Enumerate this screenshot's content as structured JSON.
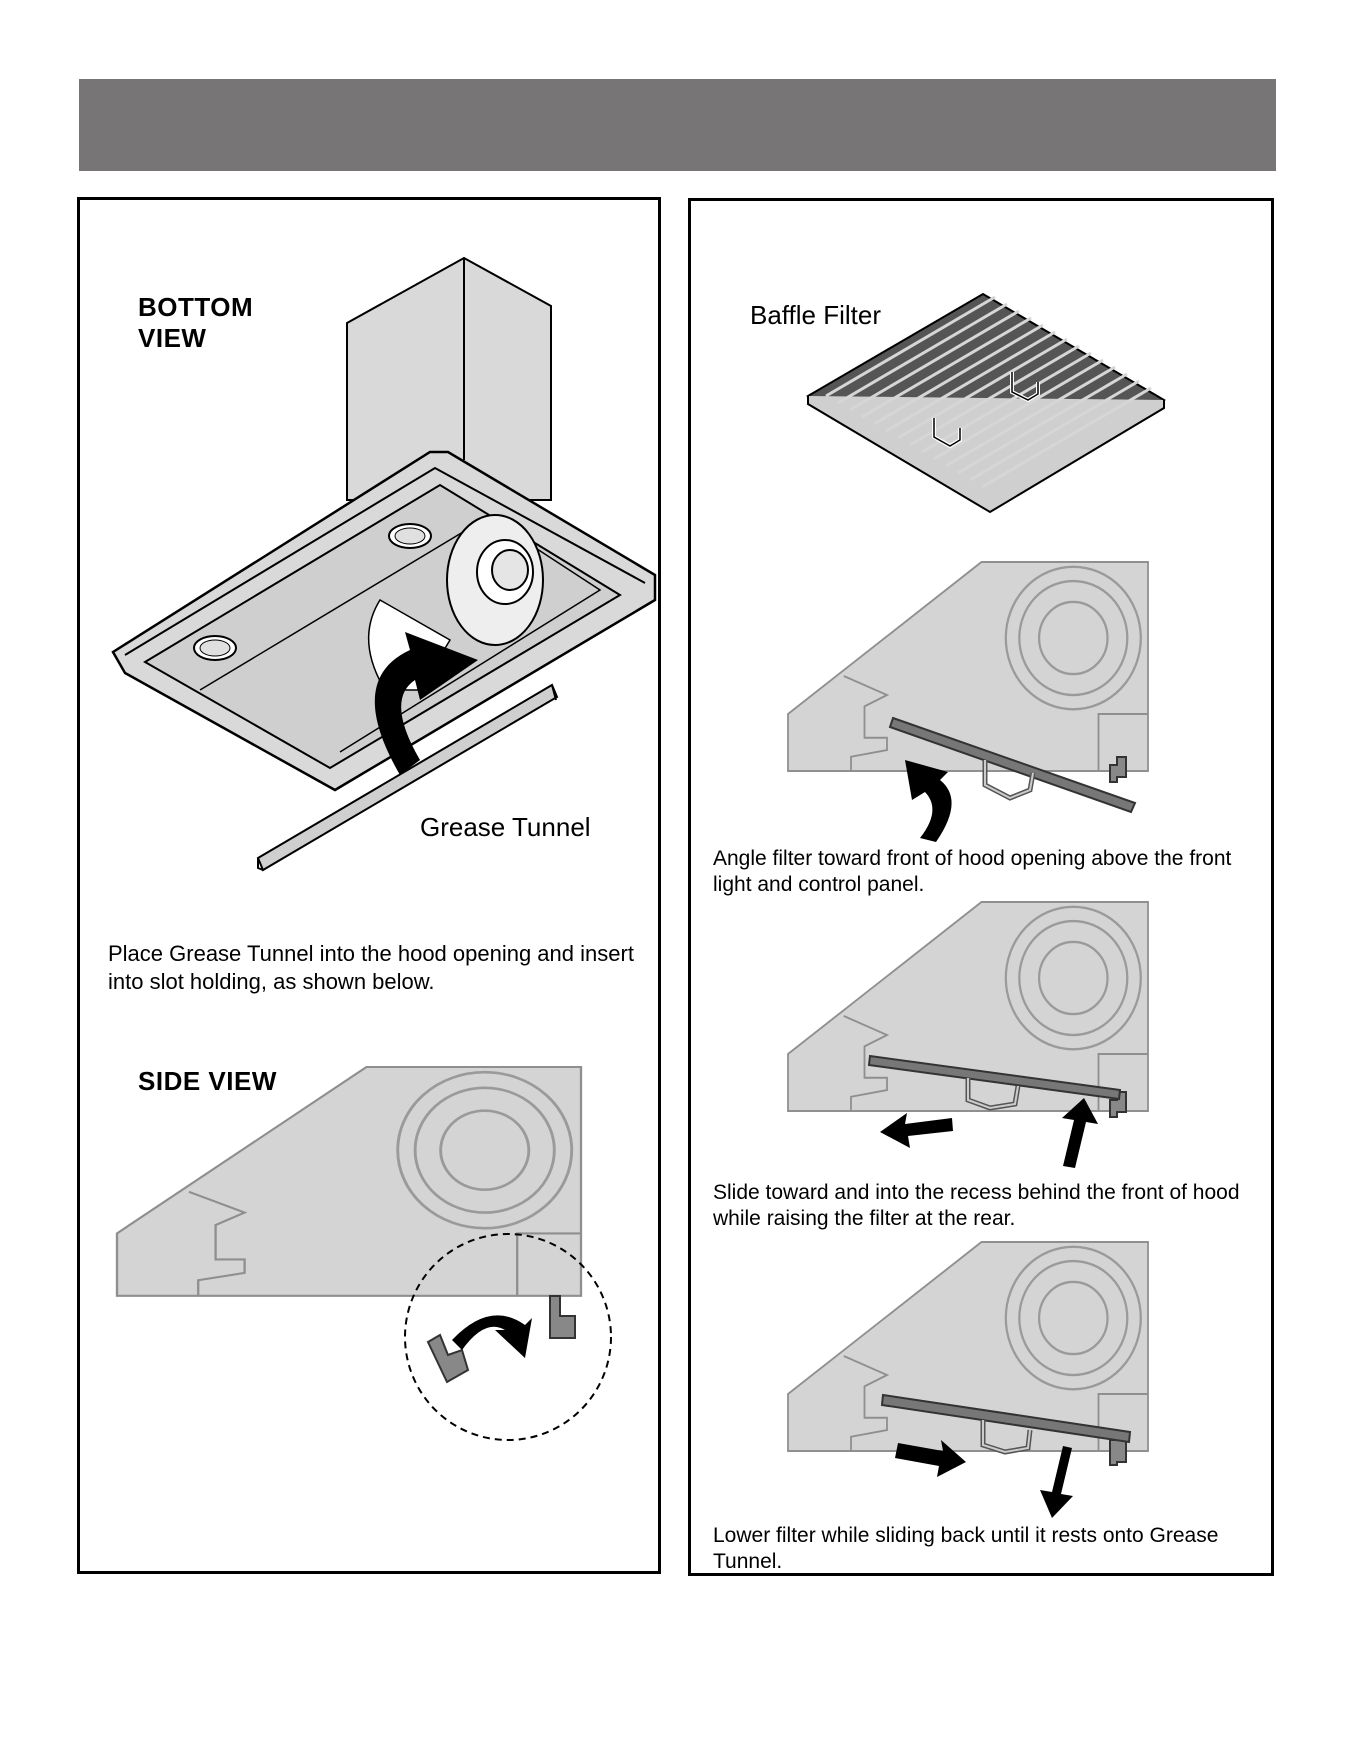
{
  "left_panel": {
    "bottom_view_heading": "BOTTOM\nVIEW",
    "grease_tunnel_label": "Grease Tunnel",
    "instruction": "Place Grease Tunnel into the hood opening and insert into slot holding, as shown below.",
    "side_view_heading": "SIDE VIEW"
  },
  "right_panel": {
    "baffle_filter_label": "Baffle Filter",
    "step1_caption": "Angle filter toward front of hood opening above the front light and control panel.",
    "step2_caption": "Slide toward and into the recess behind the front of hood while raising the filter at the rear.",
    "step3_caption": "Lower filter while sliding back until it rests onto Grease Tunnel."
  },
  "colors": {
    "banner": "#777576",
    "hood_fill": "#d9d9d9",
    "side_fill": "#d4d4d4",
    "outline": "#8f8f8f",
    "arrow": "#000000"
  }
}
